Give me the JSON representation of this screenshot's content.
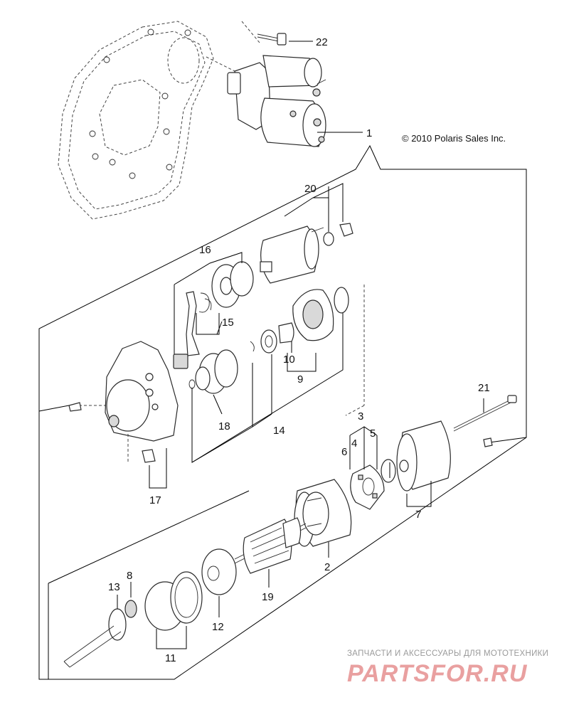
{
  "copyright": "© 2010 Polaris Sales Inc.",
  "watermark": {
    "caption": "ЗАПЧАСТИ И АКСЕССУАРЫ ДЛЯ МОТОТЕХНИКИ",
    "logo": "PARTSFOR.RU"
  },
  "callouts": {
    "c1": "1",
    "c2": "2",
    "c3": "3",
    "c4": "4",
    "c5": "5",
    "c6": "6",
    "c7": "7",
    "c8": "8",
    "c9": "9",
    "c10": "10",
    "c11": "11",
    "c12": "12",
    "c13": "13",
    "c14": "14",
    "c15": "15",
    "c16": "16",
    "c17": "17",
    "c18": "18",
    "c19": "19",
    "c20": "20",
    "c21": "21",
    "c22": "22"
  }
}
